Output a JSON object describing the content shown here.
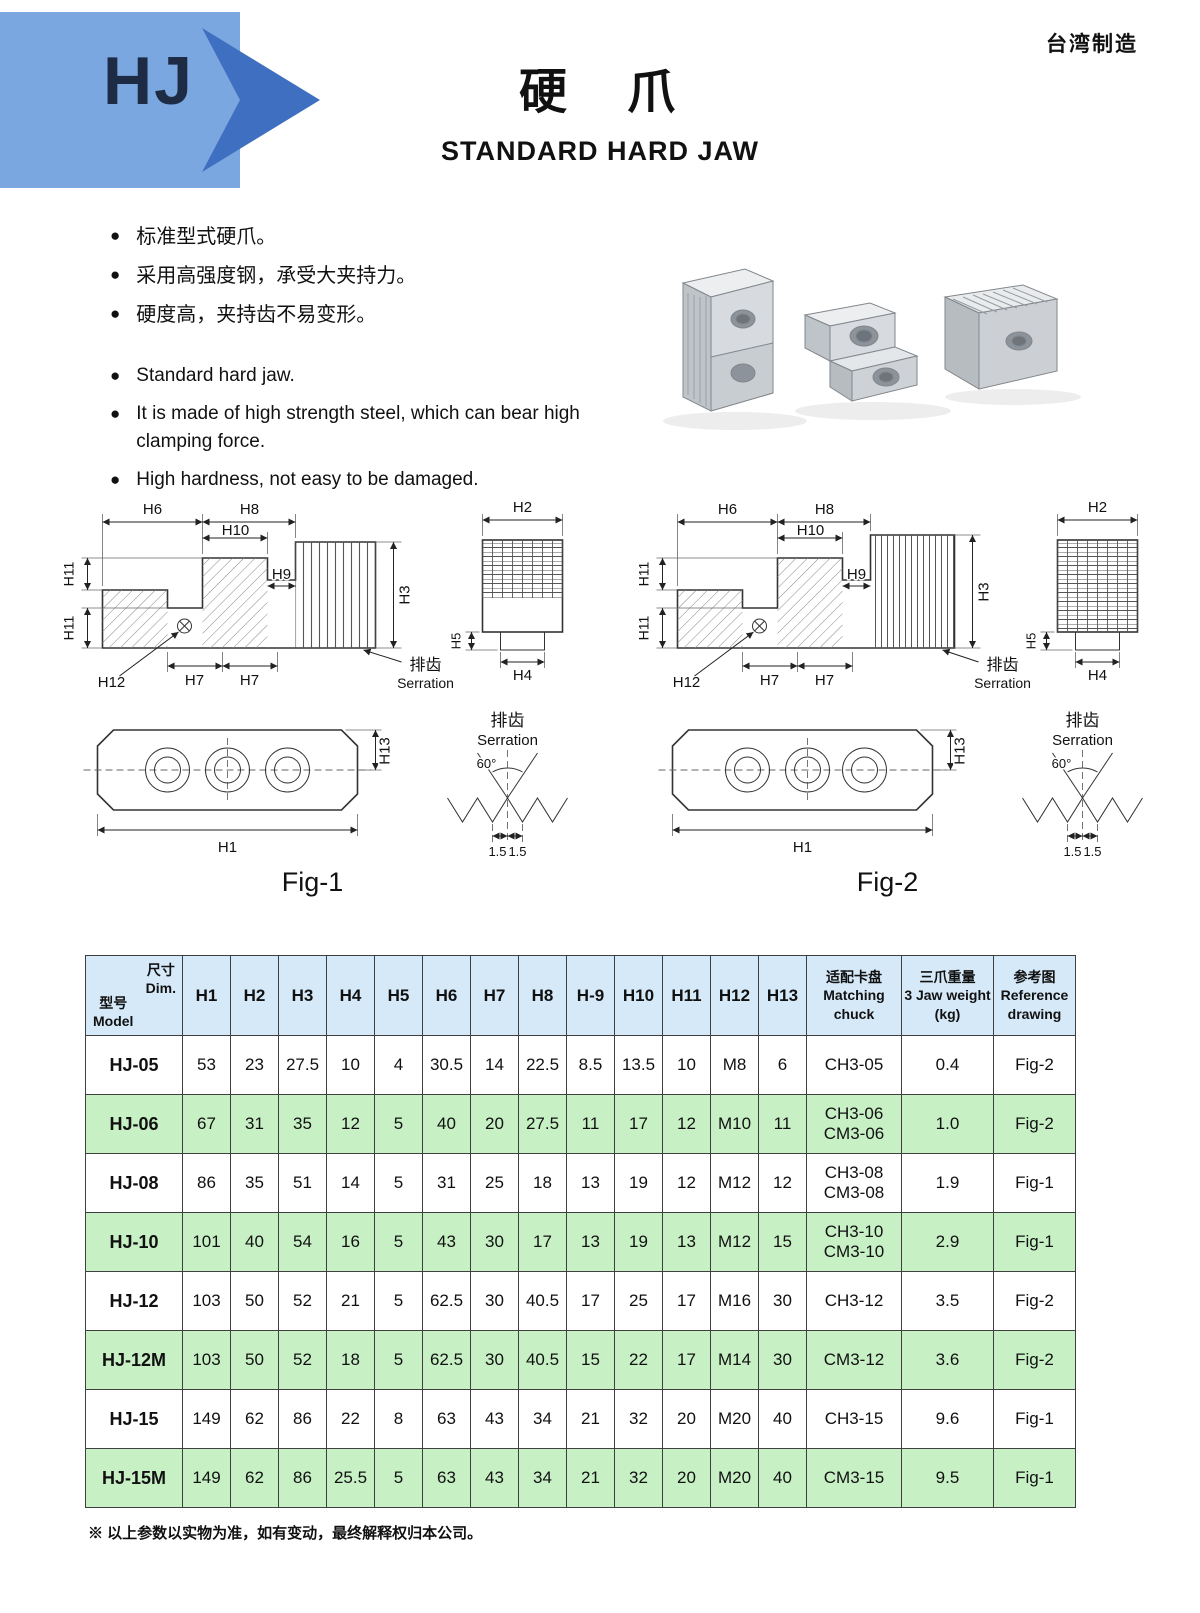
{
  "header": {
    "model_code": "HJ",
    "title_cn": "硬　爪",
    "title_en": "STANDARD HARD JAW",
    "made_in": "台湾制造"
  },
  "features": {
    "cn": [
      "标准型式硬爪。",
      "采用高强度钢，承受大夹持力。",
      "硬度高，夹持齿不易变形。"
    ],
    "en": [
      "Standard hard jaw.",
      "It is made of high strength steel, which can bear high clamping force.",
      "High hardness, not easy to be damaged."
    ]
  },
  "figures": {
    "labels": {
      "H1": "H1",
      "H2": "H2",
      "H3": "H3",
      "H4": "H4",
      "H5": "H5",
      "H6": "H6",
      "H7": "H7",
      "H8": "H8",
      "H9": "H9",
      "H10": "H10",
      "H11": "H11",
      "H12": "H12",
      "H13": "H13",
      "serration_cn": "排齿",
      "serration_en": "Serration",
      "angle": "60°",
      "pitch": "1.5"
    },
    "fig1_caption": "Fig-1",
    "fig2_caption": "Fig-2"
  },
  "table": {
    "corner": {
      "dim": "尺寸\nDim.",
      "model": "型号\nModel"
    },
    "columns": [
      "H1",
      "H2",
      "H3",
      "H4",
      "H5",
      "H6",
      "H7",
      "H8",
      "H-9",
      "H10",
      "H11",
      "H12",
      "H13"
    ],
    "chuck_header": "适配卡盘\nMatching\nchuck",
    "weight_header": "三爪重量\n3 Jaw weight\n(kg)",
    "ref_header": "参考图\nReference\ndrawing",
    "rows": [
      [
        "HJ-05",
        "53",
        "23",
        "27.5",
        "10",
        "4",
        "30.5",
        "14",
        "22.5",
        "8.5",
        "13.5",
        "10",
        "M8",
        "6",
        "CH3-05",
        "0.4",
        "Fig-2"
      ],
      [
        "HJ-06",
        "67",
        "31",
        "35",
        "12",
        "5",
        "40",
        "20",
        "27.5",
        "11",
        "17",
        "12",
        "M10",
        "11",
        "CH3-06\nCM3-06",
        "1.0",
        "Fig-2"
      ],
      [
        "HJ-08",
        "86",
        "35",
        "51",
        "14",
        "5",
        "31",
        "25",
        "18",
        "13",
        "19",
        "12",
        "M12",
        "12",
        "CH3-08\nCM3-08",
        "1.9",
        "Fig-1"
      ],
      [
        "HJ-10",
        "101",
        "40",
        "54",
        "16",
        "5",
        "43",
        "30",
        "17",
        "13",
        "19",
        "13",
        "M12",
        "15",
        "CH3-10\nCM3-10",
        "2.9",
        "Fig-1"
      ],
      [
        "HJ-12",
        "103",
        "50",
        "52",
        "21",
        "5",
        "62.5",
        "30",
        "40.5",
        "17",
        "25",
        "17",
        "M16",
        "30",
        "CH3-12",
        "3.5",
        "Fig-2"
      ],
      [
        "HJ-12M",
        "103",
        "50",
        "52",
        "18",
        "5",
        "62.5",
        "30",
        "40.5",
        "15",
        "22",
        "17",
        "M14",
        "30",
        "CM3-12",
        "3.6",
        "Fig-2"
      ],
      [
        "HJ-15",
        "149",
        "62",
        "86",
        "22",
        "8",
        "63",
        "43",
        "34",
        "21",
        "32",
        "20",
        "M20",
        "40",
        "CH3-15",
        "9.6",
        "Fig-1"
      ],
      [
        "HJ-15M",
        "149",
        "62",
        "86",
        "25.5",
        "5",
        "63",
        "43",
        "34",
        "21",
        "32",
        "20",
        "M20",
        "40",
        "CM3-15",
        "9.5",
        "Fig-1"
      ]
    ]
  },
  "footnote": "※ 以上参数以实物为准，如有变动，最终解释权归本公司。"
}
